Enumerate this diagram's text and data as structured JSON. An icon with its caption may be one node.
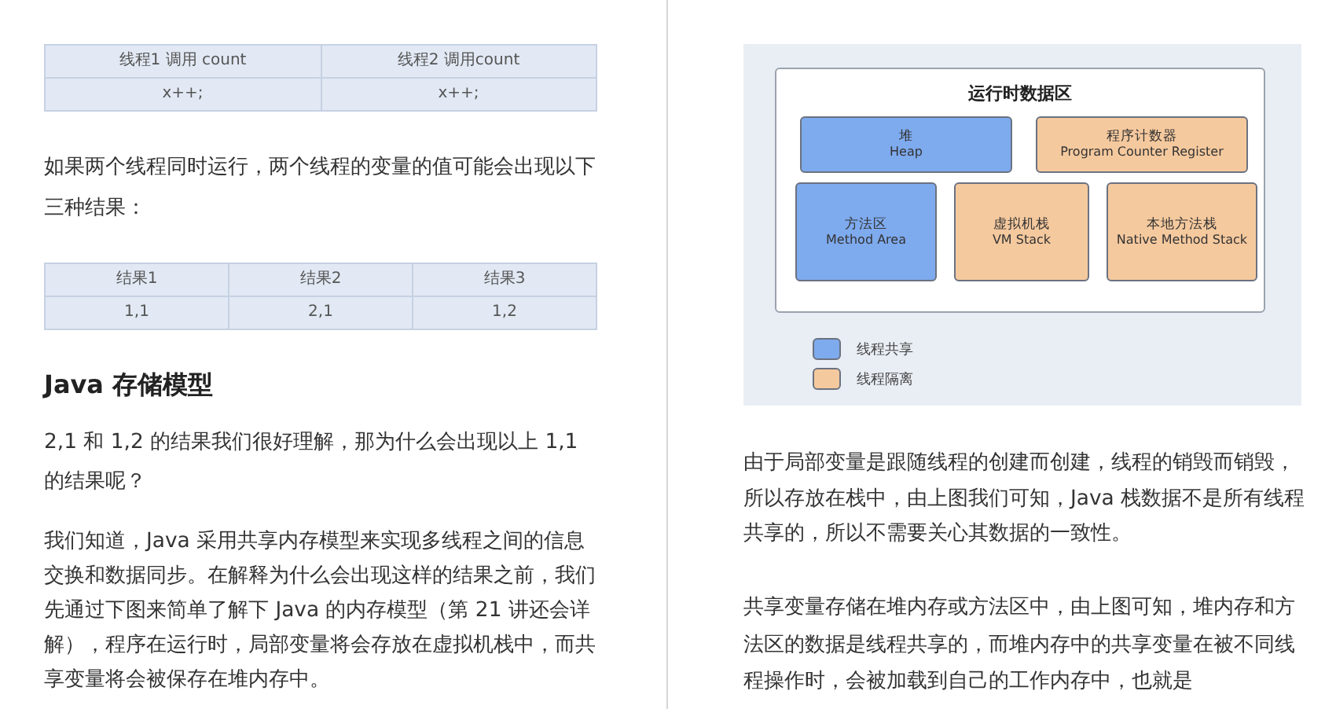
{
  "diagram": {
    "nodes": [
      {
        "text": [
          "运行时数据区"
        ]
      },
      {
        "text": [
          "堆",
          "Heap"
        ],
        "in": 0
      },
      {
        "text": [
          "程序计数器",
          "Program Counter Register"
        ],
        "in": 0
      },
      {
        "text": [
          "方法区",
          "Method Area"
        ],
        "in": 0
      },
      {
        "text": [
          "虚拟机栈",
          "VM Stack"
        ],
        "in": 0
      },
      {
        "text": [
          "本地方法栈",
          "Native Method Stack"
        ],
        "in": 0
      }
    ],
    "edges": [],
    "labels": [
      "线程1 调用 count",
      "线程2 调用count",
      "x++;",
      "x++;",
      "如果两个线程同时运行，两个线程的变量的值可能会出现以下三种结果：",
      "结果1",
      "结果2",
      "结果3",
      "1,1",
      "2,1",
      "1,2",
      "Java 存储模型",
      "2,1 和 1,2 的结果我们很好理解，那为什么会出现以上 1,1 的结果呢？",
      "我们知道，Java 采用共享内存模型来实现多线程之间的信息交换和数据同步。在解释为什么会出现这样的结果之前，我们先通过下图来简单了解下 Java 的内存模型（第 21 讲还会详解），程序在运行时，局部变量将会存放在虚拟机栈中，而共享变量将会被保存在堆内存中。",
      "由于局部变量是跟随线程的创建而创建，线程的销毁而销毁，所以存放在栈中，由上图我们可知，Java 栈数据不是所有线程共享的，所以不需要关心其数据的一致性。",
      "共享变量存储在堆内存或方法区中，由上图可知，堆内存和方法区的数据是线程共享的，而堆内存中的共享变量在被不同线程操作时，会被加载到自己的工作内存中，也就是"
    ],
    "legend": [
      {
        "text": "线程共享",
        "color": "#7eaaee"
      },
      {
        "text": "线程隔离",
        "color": "#f5c99e"
      }
    ]
  }
}
